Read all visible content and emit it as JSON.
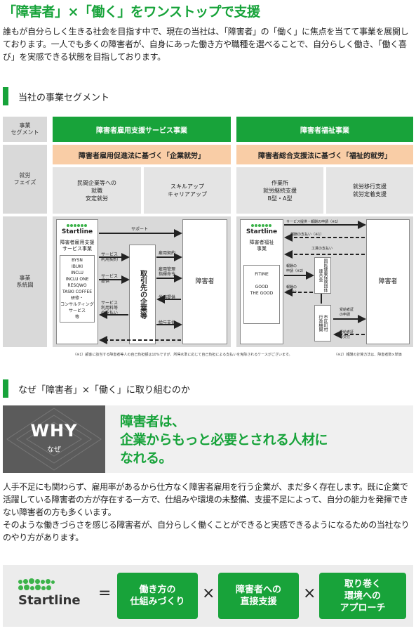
{
  "header": {
    "title": "「障害者」×「働く」をワンストップで支援",
    "intro": "誰もが自分らしく生きる社会を目指す中で、現在の当社は、「障害者」の「働く」に焦点を当てて事業を展開しております。一人でも多くの障害者が、自身にあった働き方や職種を選べることで、自分らしく働き、「働く喜び」を実感できる状態を目指しております。"
  },
  "segment_section": {
    "heading": "当社の事業セグメント",
    "row_labels": {
      "segment": "事業\nセグメント",
      "phase": "就労\nフェイズ",
      "system": "事業\n系統図"
    },
    "left": {
      "segment": "障害者雇用支援サービス事業",
      "law": "障害者雇用促進法に基づく「企業就労」",
      "phase_a": "民間企業等への\n就職\n安定就労",
      "phase_b": "スキルアップ\nキャリアアップ",
      "logo": "Startline",
      "service_title": "障害者雇用支援\nサービス事業",
      "services": "BYSN\nIBUKI\nINCLU\nINCLU ONE\nRESQWO\nTASKI COFFEE\n研修・\nコンサルティング\nサービス\n等",
      "arrow_support": "サポート",
      "arrow_contract": "サービス\n利用契約",
      "arrow_provide": "サービス\n提供",
      "arrow_fee": "サービス\n利用料等\nの支払い",
      "client": "取引先の企業等",
      "arrow_employ": "雇用契約",
      "arrow_manage": "雇用管理\n指揮命令",
      "arrow_labor": "労務提供",
      "arrow_salary": "給与支払",
      "person": "障害者"
    },
    "right": {
      "segment": "障害者福祉事業",
      "law": "障害者総合支援法に基づく「福祉的就労」",
      "phase_a": "作業所\n就労継続支援\nB型・A型",
      "phase_b": "就労移行支援\n就労定着支援",
      "logo": "Startline",
      "service_title": "障害者福祉\n事業",
      "services": "FITIME\n\nGOOD\nTHE GOOD",
      "arrow_request": "サービス提供・報酬の申請（※1）",
      "arrow_pay1": "報酬の支払い（※1）",
      "arrow_wage": "工賃の支払い",
      "arrow_claim": "報酬の\n申請（※2）",
      "arrow_pay2": "報酬の\n支払い",
      "federation": "国民健康保険団体連合会",
      "municipality": "市区町村\n行政機関",
      "arrow_cert_apply": "受給者証\nの申請",
      "arrow_cert_issue": "受給者証\nの交付",
      "person": "障害者"
    },
    "notes": {
      "n1": "（※1）顧客に該当する障害者等人の自己負担額は10%ですが、所得水準に応じて自己負担による支払いを免除されるケースがございます。",
      "n2": "（※2）報酬の計算方法は、障害者数×単価"
    }
  },
  "why_section": {
    "heading": "なぜ「障害者」×「働く」に取り組むのか",
    "badge_word": "WHY",
    "badge_sub": "なぜ",
    "message": "障害者は、\n企業からもっと必要とされる人材に\nなれる。",
    "body": "人手不足にも関わらず、雇用率があるから仕方なく障害者雇用を行う企業が、まだ多く存在します。既に企業で活躍している障害者の方が存在する一方で、仕組みや環境の未整備、支援不足によって、自分の能力を発揮できない障害者の方も多くいます。\nそのような働きづらさを感じる障害者が、自分らしく働くことができると実感できるようになるための当社なりのやり方があります。"
  },
  "formula": {
    "logo": "Startline",
    "equals": "=",
    "times1": "×",
    "times2": "×",
    "item1": "働き方の\n仕組みづくり",
    "item2": "障害者への\n直接支援",
    "item3": "取り巻く\n環境への\nアプローチ"
  },
  "colors": {
    "accent": "#17a33a",
    "orange": "#f9cda6",
    "grey": "#d9d9d9"
  }
}
